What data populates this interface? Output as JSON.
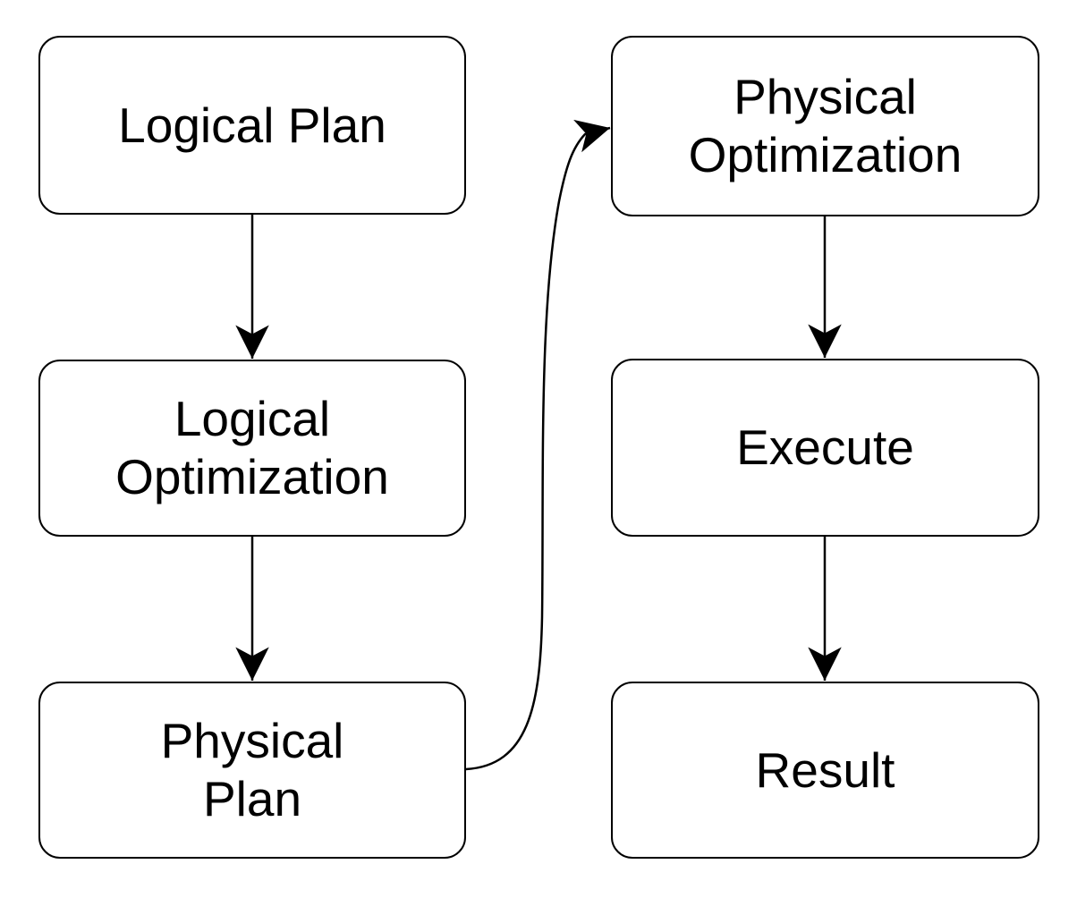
{
  "diagram": {
    "nodes": [
      {
        "id": "logical-plan",
        "label": "Logical Plan"
      },
      {
        "id": "logical-optimization",
        "label": "Logical\nOptimization"
      },
      {
        "id": "physical-plan",
        "label": "Physical\nPlan"
      },
      {
        "id": "physical-optimization",
        "label": "Physical\nOptimization"
      },
      {
        "id": "execute",
        "label": "Execute"
      },
      {
        "id": "result",
        "label": "Result"
      }
    ],
    "edges": [
      {
        "from": "logical-plan",
        "to": "logical-optimization",
        "style": "straight-down"
      },
      {
        "from": "logical-optimization",
        "to": "physical-plan",
        "style": "straight-down"
      },
      {
        "from": "physical-plan",
        "to": "physical-optimization",
        "style": "curved"
      },
      {
        "from": "physical-optimization",
        "to": "execute",
        "style": "straight-down"
      },
      {
        "from": "execute",
        "to": "result",
        "style": "straight-down"
      }
    ],
    "colors": {
      "node_fill": "#ffffff",
      "node_stroke": "#000000",
      "text": "#000000",
      "background": "#ffffff"
    }
  }
}
